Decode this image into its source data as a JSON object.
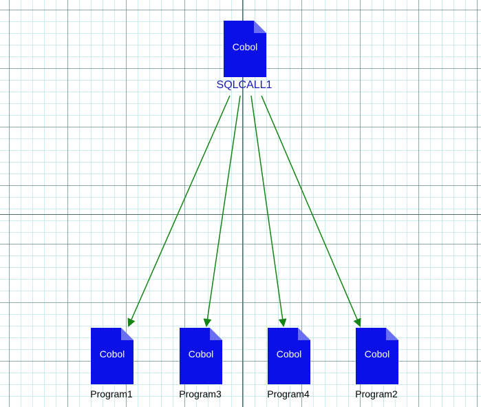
{
  "diagram": {
    "colors": {
      "document_fill": "#0a10e6",
      "arrow": "#148414",
      "root_label": "#1a1ab8",
      "child_label": "#000000"
    },
    "root": {
      "type_label": "Cobol",
      "name": "SQLCALL1",
      "icon": "document-icon"
    },
    "children": [
      {
        "type_label": "Cobol",
        "name": "Program1",
        "icon": "document-icon"
      },
      {
        "type_label": "Cobol",
        "name": "Program3",
        "icon": "document-icon"
      },
      {
        "type_label": "Cobol",
        "name": "Program4",
        "icon": "document-icon"
      },
      {
        "type_label": "Cobol",
        "name": "Program2",
        "icon": "document-icon"
      }
    ],
    "edges": [
      {
        "from": "SQLCALL1",
        "to": "Program1"
      },
      {
        "from": "SQLCALL1",
        "to": "Program3"
      },
      {
        "from": "SQLCALL1",
        "to": "Program4"
      },
      {
        "from": "SQLCALL1",
        "to": "Program2"
      }
    ]
  }
}
